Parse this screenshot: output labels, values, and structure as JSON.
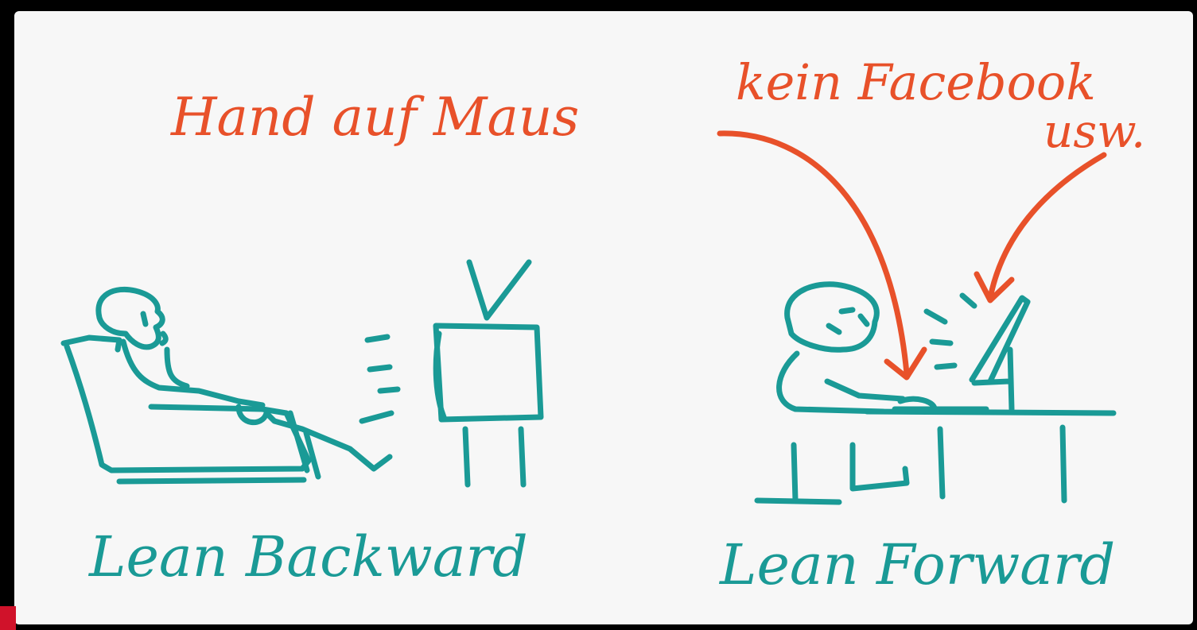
{
  "annotations": {
    "mouse_label": "Hand auf Maus",
    "facebook_label_line1": "kein Facebook",
    "facebook_label_line2": "usw."
  },
  "captions": {
    "left": "Lean Backward",
    "right": "Lean Forward"
  },
  "colors": {
    "ink_teal": "#1a9a96",
    "ink_orange": "#e8512a",
    "paper": "#f7f7f7",
    "frame": "#000000",
    "corner_mark": "#d0122a"
  }
}
